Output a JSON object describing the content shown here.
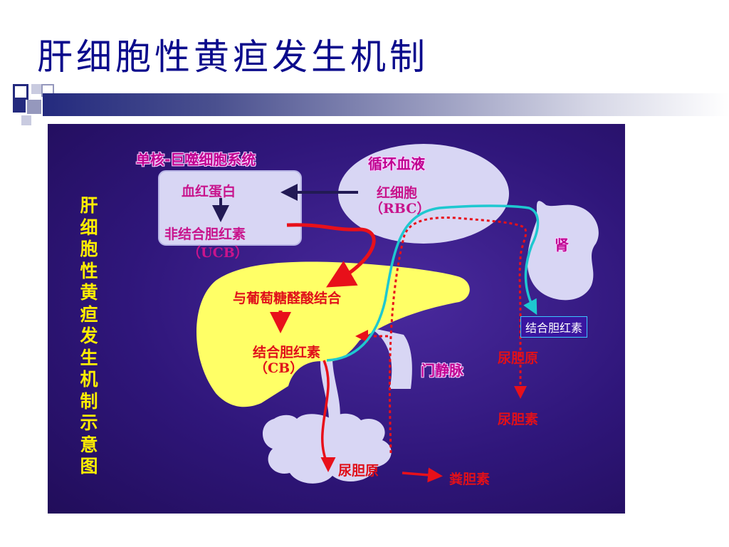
{
  "slide": {
    "title": "肝细胞性黄疸发生机制"
  },
  "diagram": {
    "vertical_title": "肝细胞性黄疸发生机制示意图",
    "labels": {
      "mononuclear_system": "单核-巨噬细胞系统",
      "circulation": "循环血液",
      "hemoglobin": "血红蛋白",
      "rbc_cn": "红细胞",
      "rbc_en": "（RBC）",
      "ucb_cn": "非结合胆红素",
      "ucb_en": "（UCB）",
      "kidney": "肾",
      "glucuronide": "与葡萄糖醛酸结合",
      "cb_cn": "结合胆红素",
      "cb_en": "（CB）",
      "portal_vein": "门静脉",
      "conjugated_box": "结合胆红素",
      "urobilinogen_kidney": "尿胆原",
      "urobilin": "尿胆素",
      "urobilinogen_gut": "尿胆原",
      "stercobilin": "粪胆素"
    },
    "colors": {
      "panel_bg": "#2f167a",
      "liver": "#ffff66",
      "organ": "#d8d6f4",
      "red_path": "#e8101a",
      "cyan_path": "#1ec8d0",
      "label_magenta": "#c8148c",
      "label_red": "#e0101a",
      "vertical_title": "#ffee00"
    }
  }
}
